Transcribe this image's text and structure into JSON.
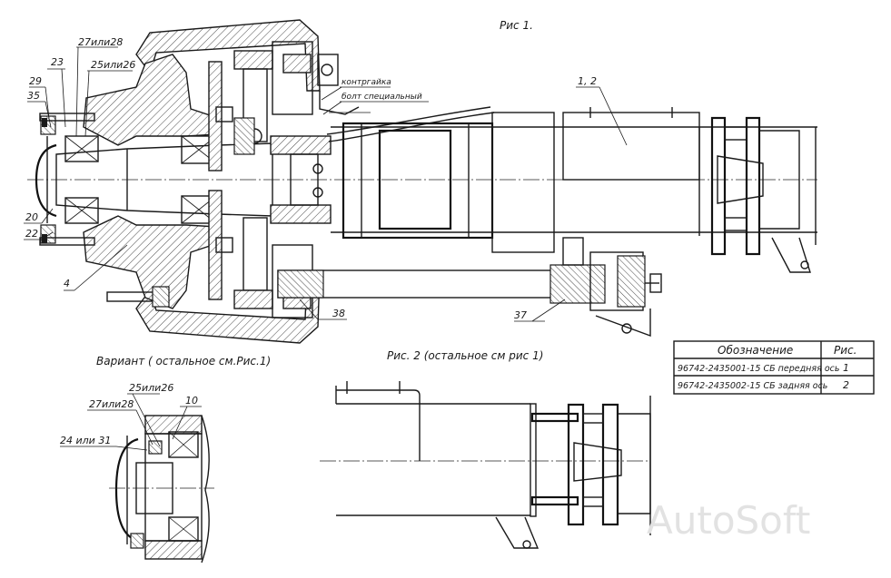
{
  "titles": {
    "fig1": "Рис 1.",
    "fig2": "Рис. 2 (остальное см рис 1)",
    "variant": "Вариант ( остальное см.Рис.1)"
  },
  "callouts": {
    "c23": "23",
    "c27or28": "27или28",
    "c25or26": "25или26",
    "c29": "29",
    "c35": "35",
    "c20": "20",
    "c22": "22",
    "c4": "4",
    "c38": "38",
    "c37": "37",
    "c12": "1, 2",
    "locknut": "контргайка",
    "special_bolt": "болт специальный",
    "v25or26": "25или26",
    "v27or28": "27или28",
    "v10": "10",
    "v24or31": "24 или 31"
  },
  "table": {
    "headers": [
      "Обозначение",
      "Рис."
    ],
    "rows": [
      [
        "96742-2435001-15 СБ передняя ось",
        "1"
      ],
      [
        "96742-2435002-15 СБ задняя ось",
        "2"
      ]
    ]
  },
  "watermark": "AutoSoft"
}
